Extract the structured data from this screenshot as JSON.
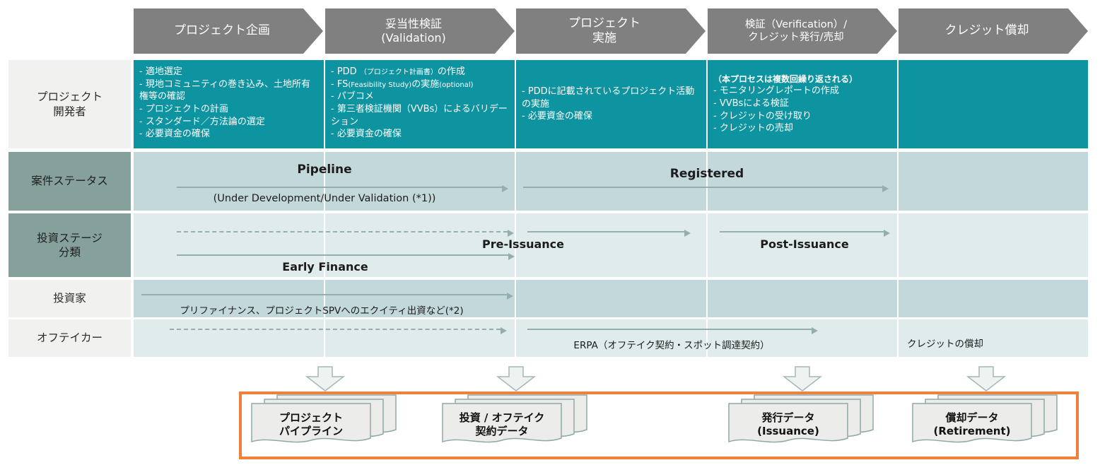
{
  "colors": {
    "teal": "#0e94a0",
    "row_light_blue": "#c3d8da",
    "row_pale_blue": "#e0ebeb",
    "label_sage": "#86a19c",
    "label_gray": "#f1f1ef",
    "chevron_gray": "#808080",
    "arrow_gray_teal": "#94afac",
    "highlight_orange": "#f0813a"
  },
  "phases": [
    {
      "label": "プロジェクト企画"
    },
    {
      "label": "妥当性検証\n(Validation)"
    },
    {
      "label": "プロジェクト\n実施"
    },
    {
      "label": "検証（Verification）/\nクレジット発行/売却"
    },
    {
      "label": "クレジット償却"
    }
  ],
  "row_labels": {
    "developer": "プロジェクト\n開発者",
    "status": "案件ステータス",
    "invest_stage": "投資ステージ\n分類",
    "investor": "投資家",
    "offtaker": "オフテイカー"
  },
  "developer": {
    "planning": {
      "items": [
        "- 適地選定",
        "- 現地コミュニティの巻き込み、土地所有権等の確認",
        "- プロジェクトの計画",
        "- スタンダード／方法論の選定",
        "- 必要資金の確保"
      ]
    },
    "validation": {
      "pdd": {
        "pre": "- PDD ",
        "small": "（プロジェクト計画書）",
        "post": "の作成"
      },
      "fs": {
        "pre": "- FS",
        "small": "(Feasibility Study)",
        "post": "の実施",
        "small2": "(optional)"
      },
      "items": [
        "- パブコメ",
        "- 第三者検証機関（VVBs）によるバリデーション",
        "- 必要資金の確保"
      ]
    },
    "implementation": {
      "items": [
        "- PDDに記載されているプロジェクト活動の実施",
        "- 必要資金の確保"
      ]
    },
    "verification": {
      "note": "（本プロセスは複数回繰り返される）",
      "items": [
        "- モニタリングレポートの作成",
        "- VVBsによる検証",
        "- クレジットの受け取り",
        "- クレジットの売却"
      ]
    }
  },
  "status": {
    "pipeline": "Pipeline",
    "pipeline_sub": "(Under Development/Under Validation (*1))",
    "registered": "Registered"
  },
  "invest_stage": {
    "pre_issuance": "Pre-Issuance",
    "post_issuance": "Post-Issuance",
    "early_finance": "Early Finance"
  },
  "investor": {
    "note": "プリファイナンス、プロジェクトSPVへのエクイティ出資など(*2)"
  },
  "offtaker": {
    "erpa": "ERPA（オフテイク契約・スポット調達契約）",
    "retirement": "クレジットの償却"
  },
  "outputs": [
    {
      "line1": "プロジェクト",
      "line2": "パイプライン"
    },
    {
      "line1": "投資 / オフテイク",
      "line2": "契約データ"
    },
    {
      "line1": "発行データ",
      "line2": "(Issuance)"
    },
    {
      "line1": "償却データ",
      "line2": "(Retirement)"
    }
  ]
}
